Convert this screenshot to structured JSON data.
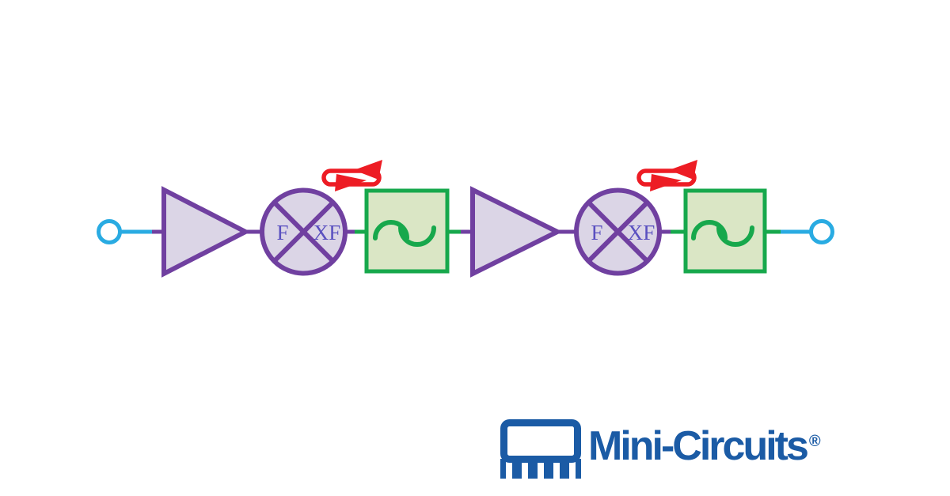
{
  "page": {
    "background_color": "#ffffff",
    "description": "RF signal chain block diagram: input port, amplifier, frequency-converting mixer, bandpass filter, amplifier, frequency-converting mixer, bandpass filter, output port"
  },
  "diagram": {
    "chain": [
      "input-port",
      "amplifier",
      "mixer",
      "bandpass-filter",
      "amplifier",
      "mixer",
      "bandpass-filter",
      "output-port"
    ],
    "mixers": [
      {
        "left_label": "F",
        "right_label": "XF"
      },
      {
        "left_label": "F",
        "right_label": "XF"
      }
    ],
    "colors": {
      "purple_outline": "#7040A0",
      "lavender_fill": "#DBD5E6",
      "green_outline": "#17A84C",
      "light_green_fill": "#DAE6C5",
      "cyan_port": "#29ABE2",
      "red_annotation": "#ED1C24",
      "mixer_label_color": "#5A50C0"
    }
  },
  "logo": {
    "brand": "Mini-Circuits",
    "registered_mark": "®",
    "color": "#1B5BA5"
  }
}
